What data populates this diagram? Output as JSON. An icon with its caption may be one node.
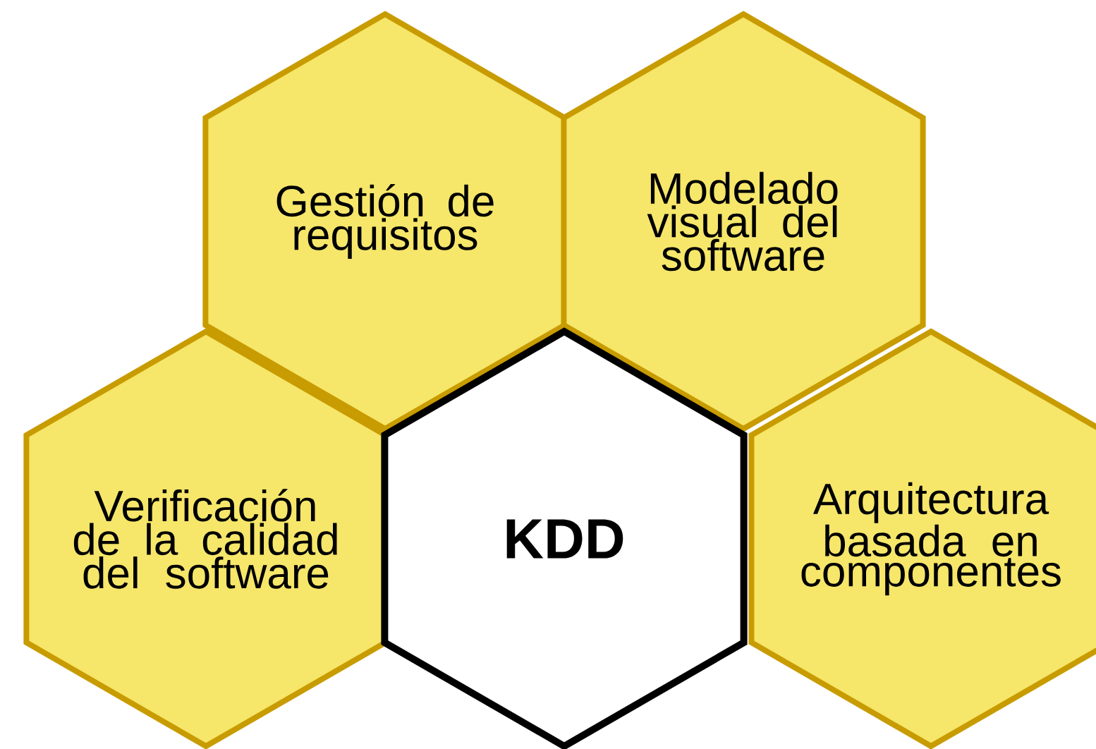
{
  "diagram": {
    "nodes": [
      {
        "text": [
          "Gestión de requisitos"
        ]
      },
      {
        "text": [
          "Modelado visual del software"
        ]
      },
      {
        "text": [
          "Verificación de la calidad del software"
        ]
      },
      {
        "text": [
          "KDD"
        ]
      },
      {
        "text": [
          "Arquitectura basada en componentes"
        ]
      }
    ]
  }
}
